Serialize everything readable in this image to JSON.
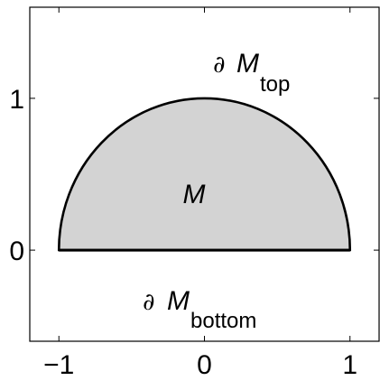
{
  "figure": {
    "region_label": "M",
    "top_boundary": {
      "symbol": "∂",
      "main": "M",
      "subscript": "top"
    },
    "bottom_boundary": {
      "symbol": "∂",
      "main": "M",
      "subscript": "bottom"
    },
    "fill_color": "#d3d3d3",
    "stroke_color": "#000000",
    "background_color": "#ffffff"
  },
  "axes": {
    "xlim": [
      -1.2,
      1.2
    ],
    "ylim": [
      -0.6,
      1.6
    ],
    "x_ticks": [
      -1,
      0,
      1
    ],
    "x_tick_labels": [
      "−1",
      "0",
      "1"
    ],
    "y_ticks": [
      0,
      1
    ],
    "y_tick_labels": [
      "0",
      "1"
    ]
  },
  "shape": {
    "type": "upper-half-disk",
    "center": [
      0,
      0
    ],
    "radius": 1
  }
}
